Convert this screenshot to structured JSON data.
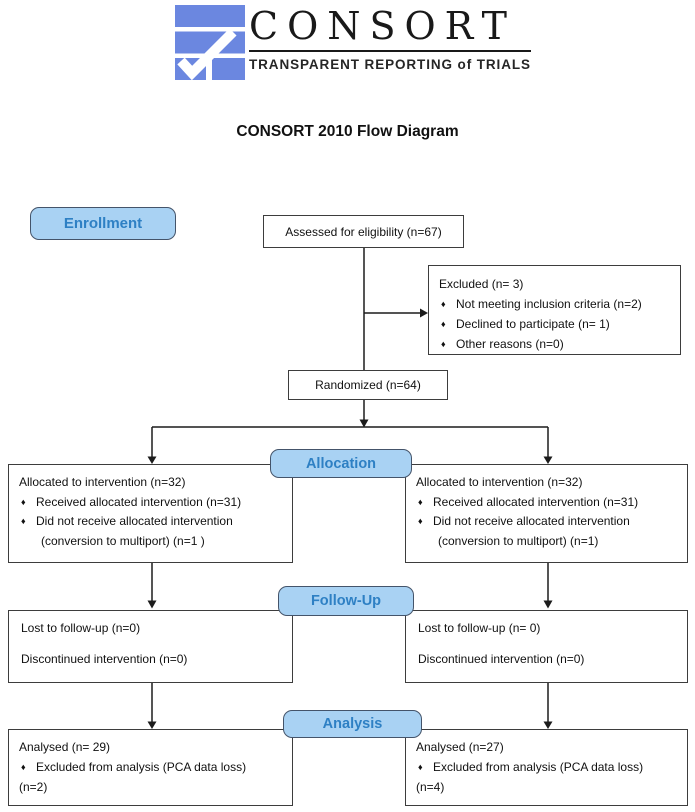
{
  "logo": {
    "wordmark": "CONSORT",
    "tagline": "TRANSPARENT REPORTING of TRIALS"
  },
  "title": "CONSORT 2010 Flow Diagram",
  "bullet": "♦",
  "stage_labels": {
    "enrollment": "Enrollment",
    "allocation": "Allocation",
    "followup": "Follow-Up",
    "analysis": "Analysis"
  },
  "boxes": {
    "assessed": "Assessed for eligibility (n=67)",
    "excluded": {
      "title": "Excluded  (n= 3)",
      "items": [
        "Not meeting inclusion criteria (n=2)",
        "Declined to participate (n= 1)",
        "Other reasons (n=0)"
      ]
    },
    "randomized": "Randomized (n=64)",
    "allocation_left": {
      "title": "Allocated to intervention (n=32)",
      "item1": "Received allocated intervention (n=31)",
      "item2": "Did not receive allocated intervention",
      "item2_cont": "(conversion to multiport) (n=1 )"
    },
    "allocation_right": {
      "title": "Allocated to intervention (n=32)",
      "item1": "Received allocated intervention (n=31)",
      "item2": "Did not receive allocated intervention",
      "item2_cont": "(conversion to multiport) (n=1)"
    },
    "followup_left": {
      "line1": "Lost to follow-up (n=0)",
      "line2": "Discontinued intervention (n=0)"
    },
    "followup_right": {
      "line1": "Lost to follow-up (n= 0)",
      "line2": "Discontinued intervention (n=0)"
    },
    "analysis_left": {
      "title": "Analysed  (n= 29)",
      "item1": "Excluded from analysis (PCA data loss)",
      "item1_cont": "(n=2)"
    },
    "analysis_right": {
      "title": "Analysed  (n=27)",
      "item1": "Excluded from analysis (PCA data loss)",
      "item1_cont": "(n=4)"
    }
  },
  "colors": {
    "logo_blue": "#6b87e0",
    "label_fill": "#a9d2f3",
    "label_border": "#44546a",
    "label_text": "#2e80c4",
    "box_border": "#3d3d3d",
    "connector_line": "#1c1c1c"
  }
}
